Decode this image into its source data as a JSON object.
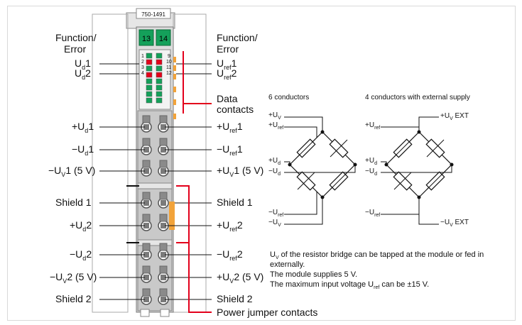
{
  "module": {
    "part_number": "750-1491",
    "channel_a": "13",
    "channel_b": "14",
    "led_numbers_left": [
      "1",
      "2",
      "3",
      "4"
    ],
    "led_numbers_right": [
      "9",
      "10",
      "11",
      "12"
    ]
  },
  "left_labels": {
    "function_error_1": "Function/",
    "function_error_2": "Error",
    "ud1_main": "U",
    "ud1_sub": "d",
    "ud1_tail": "1",
    "ud2_main": "U",
    "ud2_sub": "d",
    "ud2_tail": "2",
    "plus_ud1_main": "+U",
    "plus_ud1_sub": "d",
    "plus_ud1_tail": "1",
    "minus_ud1_main": "−U",
    "minus_ud1_sub": "d",
    "minus_ud1_tail": "1",
    "minus_uv1_main": "−U",
    "minus_uv1_sub": "V",
    "minus_uv1_tail": "1 (5 V)",
    "shield1": "Shield 1",
    "plus_ud2_main": "+U",
    "plus_ud2_sub": "d",
    "plus_ud2_tail": "2",
    "minus_ud2_main": "−U",
    "minus_ud2_sub": "d",
    "minus_ud2_tail": "2",
    "minus_uv2_main": "−U",
    "minus_uv2_sub": "V",
    "minus_uv2_tail": "2 (5 V)",
    "shield2": "Shield 2"
  },
  "right_labels": {
    "function_error_1": "Function/",
    "function_error_2": "Error",
    "uref1_main": "U",
    "uref1_sub": "ref",
    "uref1_tail": "1",
    "uref2_main": "U",
    "uref2_sub": "ref",
    "uref2_tail": "2",
    "data_contacts_1": "Data",
    "data_contacts_2": "contacts",
    "plus_uref1_main": "+U",
    "plus_uref1_sub": "ref",
    "plus_uref1_tail": "1",
    "minus_uref1_main": "−U",
    "minus_uref1_sub": "ref",
    "minus_uref1_tail": "1",
    "plus_uv1_main": "+U",
    "plus_uv1_sub": "V",
    "plus_uv1_tail": "1 (5 V)",
    "shield1": "Shield 1",
    "plus_uref2_main": "+U",
    "plus_uref2_sub": "ref",
    "plus_uref2_tail": "2",
    "minus_uref2_main": "−U",
    "minus_uref2_sub": "ref",
    "minus_uref2_tail": "2",
    "plus_uv2_main": "+U",
    "plus_uv2_sub": "V",
    "plus_uv2_tail": "2 (5 V)",
    "shield2": "Shield 2",
    "power_jumper": "Power jumper contacts"
  },
  "bridge6": {
    "title": "6 conductors",
    "uv_main": "+U",
    "uv_sub": "V",
    "uref_main": "+U",
    "uref_sub": "ref",
    "ud_main": "+U",
    "ud_sub": "d",
    "mud_main": "−U",
    "mud_sub": "d",
    "muref_main": "−U",
    "muref_sub": "ref",
    "muv_main": "−U",
    "muv_sub": "V"
  },
  "bridge4": {
    "title": "4 conductors with external supply",
    "uvext_main": "+U",
    "uvext_sub": "V",
    "uvext_tail": " EXT",
    "uref_main": "+U",
    "uref_sub": "ref",
    "ud_main": "+U",
    "ud_sub": "d",
    "mud_main": "−U",
    "mud_sub": "d",
    "muref_main": "−U",
    "muref_sub": "ref",
    "muvext_main": "−U",
    "muvext_sub": "V",
    "muvext_tail": " EXT"
  },
  "notes": {
    "line1_a": "U",
    "line1_sub": "V",
    "line1_b": " of the resistor bridge can be tapped at the module or fed in",
    "line2": "externally.",
    "line3": "The module supplies 5 V.",
    "line4_a": "The maximum input voltage U",
    "line4_sub": "ref",
    "line4_b": " can be ±15 V."
  },
  "colors": {
    "red": "#e3001b",
    "green": "#14a05a",
    "orange": "#f2a33a",
    "module_gray": "#dcdcdc",
    "dark_gray": "#7a7a7a"
  }
}
